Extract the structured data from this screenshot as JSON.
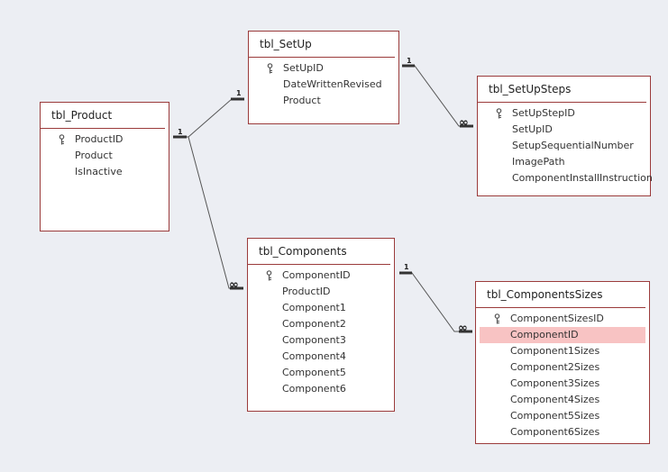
{
  "tables": {
    "product": {
      "name": "tbl_Product",
      "fields": [
        "ProductID",
        "Product",
        "IsInactive"
      ]
    },
    "setup": {
      "name": "tbl_SetUp",
      "fields": [
        "SetUpID",
        "DateWrittenRevised",
        "Product"
      ]
    },
    "setupsteps": {
      "name": "tbl_SetUpSteps",
      "fields": [
        "SetUpStepID",
        "SetUpID",
        "SetupSequentialNumber",
        "ImagePath",
        "ComponentInstallInstruction"
      ]
    },
    "components": {
      "name": "tbl_Components",
      "fields": [
        "ComponentID",
        "ProductID",
        "Component1",
        "Component2",
        "Component3",
        "Component4",
        "Component5",
        "Component6"
      ]
    },
    "componentssizes": {
      "name": "tbl_ComponentsSizes",
      "fields": [
        "ComponentSizesID",
        "ComponentID",
        "Component1Sizes",
        "Component2Sizes",
        "Component3Sizes",
        "Component4Sizes",
        "Component5Sizes",
        "Component6Sizes"
      ],
      "selected_field": "ComponentID"
    }
  },
  "relationships": {
    "one_label": "1",
    "many_symbol": "∞"
  },
  "colors": {
    "table_border": "#9b3b3b",
    "selected_row": "#f8c3c3",
    "background": "#eceef3"
  }
}
